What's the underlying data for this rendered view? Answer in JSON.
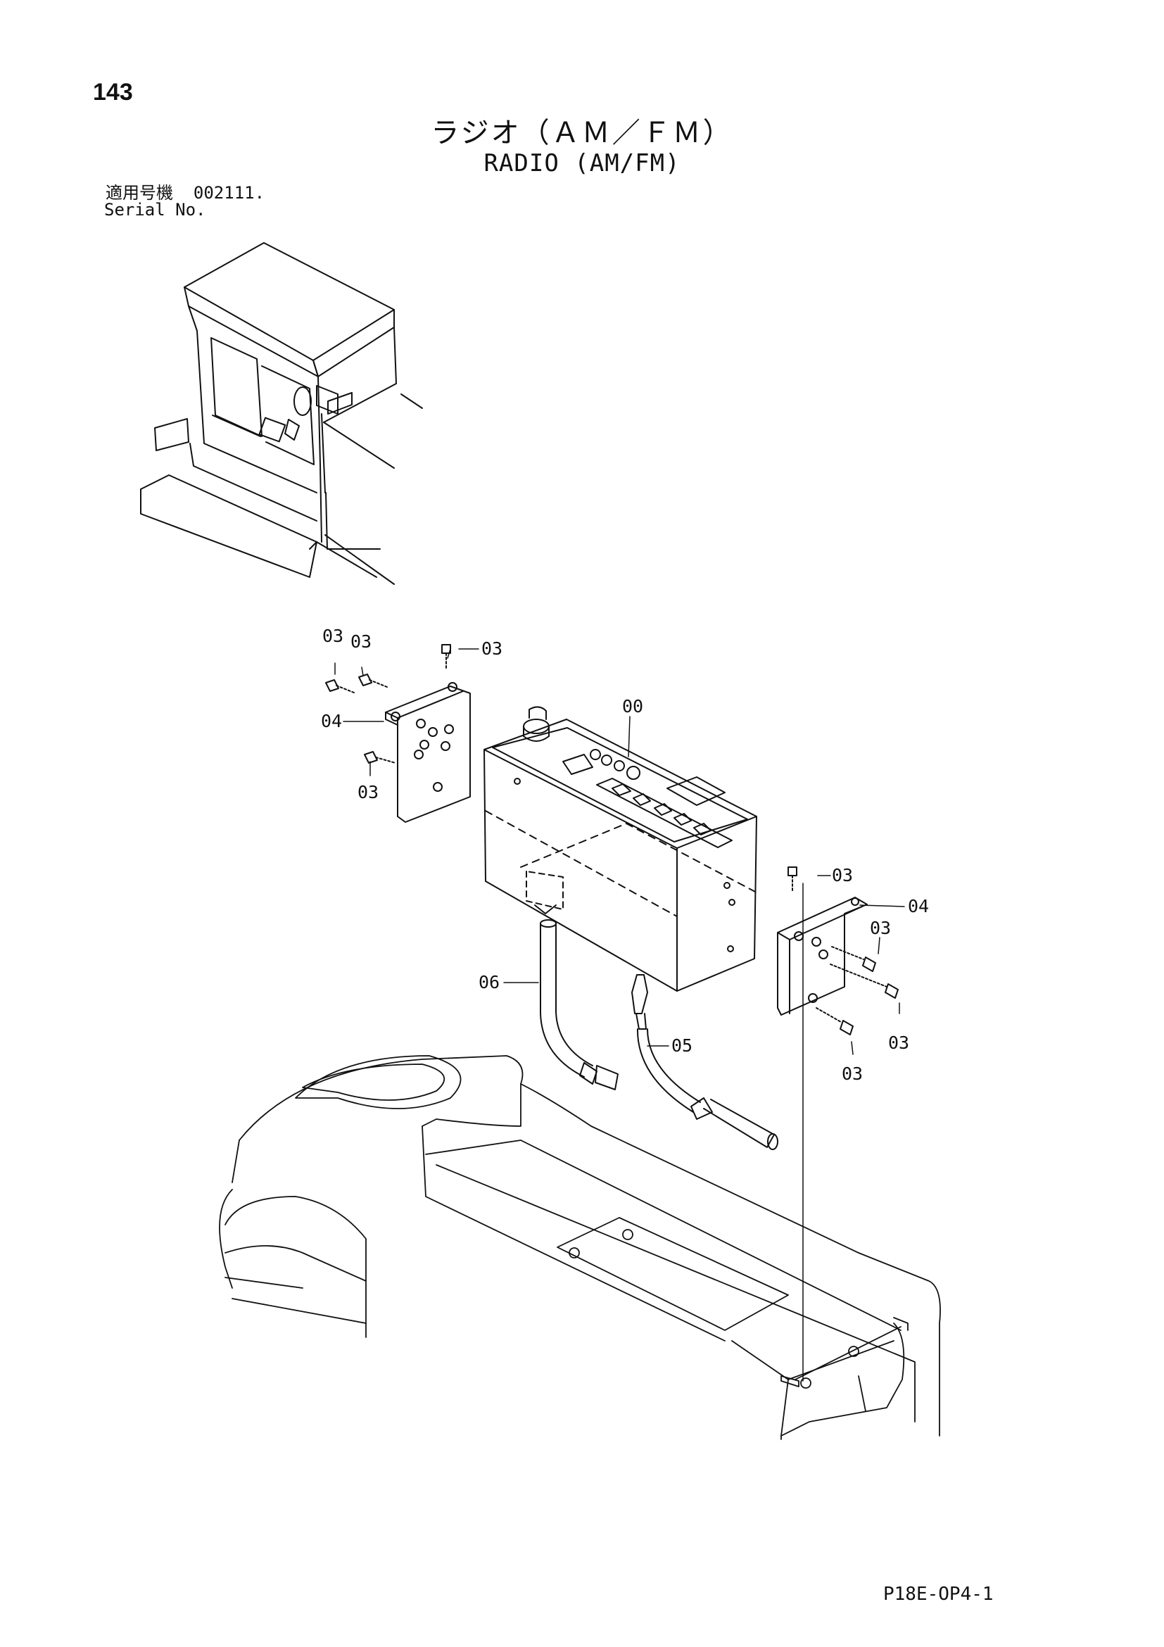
{
  "page_number": "143",
  "title_jp": "ラジオ（ＡＭ／ＦＭ）",
  "title_en": "RADIO (AM/FM)",
  "serial": {
    "label_jp": "適用号機",
    "value": "002111.",
    "label_en": "Serial No."
  },
  "callouts": {
    "c00": "00",
    "c03_a": "03",
    "c03_b": "03",
    "c03_c": "03",
    "c03_d": "03",
    "c03_e": "03",
    "c03_f": "03",
    "c03_g": "03",
    "c03_h": "03",
    "c04_left": "04",
    "c04_right": "04",
    "c05": "05",
    "c06": "06"
  },
  "footer_code": "P18E-OP4-1"
}
